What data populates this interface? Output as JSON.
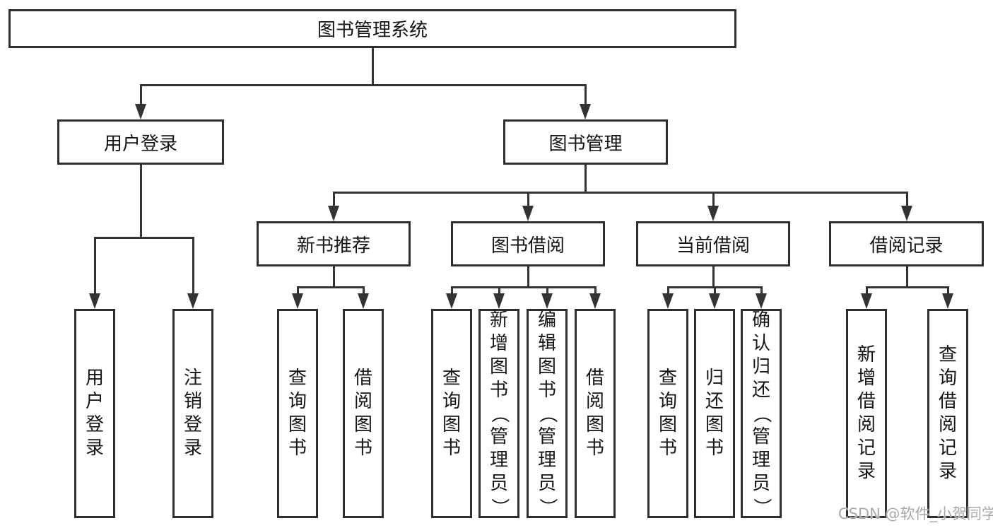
{
  "diagram": {
    "root": {
      "label": "图书管理系统"
    },
    "level2": [
      {
        "label": "用户登录"
      },
      {
        "label": "图书管理"
      }
    ],
    "level3": [
      {
        "label": "新书推荐"
      },
      {
        "label": "图书借阅"
      },
      {
        "label": "当前借阅"
      },
      {
        "label": "借阅记录"
      }
    ],
    "leaves": {
      "user_login": [
        "用户登录",
        "注销登录"
      ],
      "new_book": [
        "查询图书",
        "借阅图书"
      ],
      "book_borrow": [
        "查询图书",
        "新增图书（管理员）",
        "编辑图书（管理员）",
        "借阅图书"
      ],
      "current_borrow": [
        "查询图书",
        "归还图书",
        "确认归还（管理员）"
      ],
      "borrow_records": [
        "新增借阅记录",
        "查询借阅记录"
      ]
    },
    "colors": {
      "line": "#333333",
      "box_border": "#2e2e2e",
      "box_fill": "#ffffff",
      "text": "#141414"
    }
  },
  "watermark": {
    "text": "CSDN @软件_小贺同学",
    "color": "#a9a9a9"
  }
}
